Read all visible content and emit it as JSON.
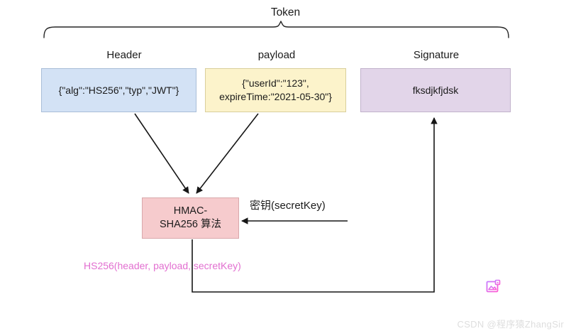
{
  "diagram": {
    "title": "Token",
    "parts": [
      {
        "id": "header",
        "label": "Header",
        "value": "{\"alg\":\"HS256\",\"typ\",\"JWT\"}",
        "color": "#d3e2f5"
      },
      {
        "id": "payload",
        "label": "payload",
        "value": "{\"userId\":\"123\",\nexpireTime:\"2021-05-30\"}",
        "value_line1": "{\"userId\":\"123\",",
        "value_line2": "expireTime:\"2021-05-30\"}",
        "color": "#fcf3cb"
      },
      {
        "id": "signature",
        "label": "Signature",
        "value": "fksdjkfjdsk",
        "color": "#e2d5e9"
      }
    ],
    "algorithm": {
      "line1": "HMAC-",
      "line2": "SHA256 算法",
      "color": "#f6cbcd"
    },
    "secret_key_label": "密钥(secretKey)",
    "formula": "HS256(header, payload, secretKey)",
    "formula_color": "#e26fd0",
    "image_icon_name": "image-icon",
    "watermark": "CSDN @程序猿ZhangSir"
  }
}
